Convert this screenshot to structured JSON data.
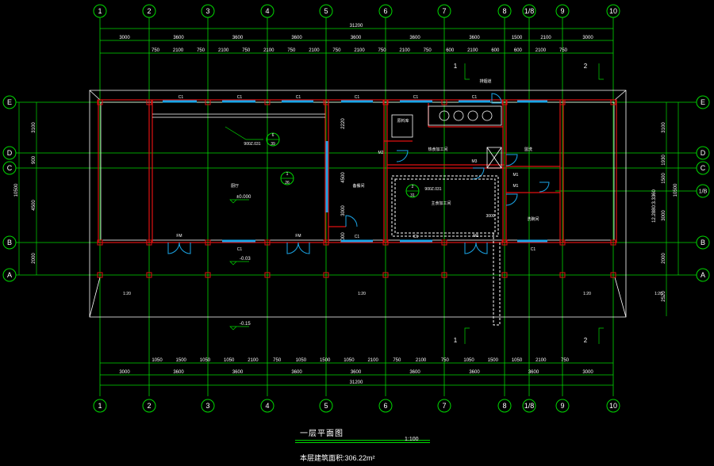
{
  "grid_x": [
    {
      "label": "1"
    },
    {
      "label": "2"
    },
    {
      "label": "3"
    },
    {
      "label": "4"
    },
    {
      "label": "5"
    },
    {
      "label": "6"
    },
    {
      "label": "7"
    },
    {
      "label": "8"
    },
    {
      "label": "1/8"
    },
    {
      "label": "9"
    },
    {
      "label": "10"
    }
  ],
  "grid_y": [
    {
      "label": "E"
    },
    {
      "label": "D"
    },
    {
      "label": "C"
    },
    {
      "label": "B"
    },
    {
      "label": "A"
    }
  ],
  "grid_y_extra_right": {
    "label": "1/B"
  },
  "dims_top_overall": "31200",
  "dims_top_bays": [
    "3000",
    "3600",
    "3600",
    "3600",
    "3600",
    "3600",
    "3600",
    "1500",
    "2100",
    "3000"
  ],
  "dims_top_openings": [
    "750",
    "2100",
    "750",
    "2100",
    "750",
    "2100",
    "750",
    "2100",
    "750",
    "2100",
    "750",
    "2100",
    "750",
    "600",
    "2100",
    "600",
    "600",
    "2100",
    "750"
  ],
  "dims_bottom_overall": "31200",
  "dims_bottom_bays": [
    "3000",
    "3600",
    "3600",
    "3600",
    "3600",
    "3600",
    "3600",
    "3600",
    "3000"
  ],
  "dims_bottom_openings": [
    "1050",
    "1500",
    "1050",
    "1050",
    "2100",
    "750",
    "1050",
    "1500",
    "1050",
    "2100",
    "750",
    "2100",
    "750",
    "1050",
    "1500",
    "1050",
    "2100",
    "750"
  ],
  "dims_left": [
    "3100",
    "900",
    "4500",
    "2000"
  ],
  "dims_left_total": "10500",
  "dims_right": [
    "3100",
    "1930",
    "1500",
    "3000",
    "2000",
    "2520"
  ],
  "dims_right_total": "10500",
  "dims_right_extra": "12.2880:3.3360",
  "dims_inner": [
    "2220",
    "4500",
    "3000",
    "2000"
  ],
  "section_marks": {
    "top_left": "1",
    "top_right": "2",
    "bottom_left": "1",
    "bottom_right": "2"
  },
  "detail_callouts": [
    {
      "top": "6",
      "bottom": "39"
    },
    {
      "top": "1",
      "bottom": "26"
    },
    {
      "top": "2",
      "bottom": "31"
    }
  ],
  "room_labels": {
    "hall": "厨厅",
    "aisle": "备餐间",
    "storage": "原料库",
    "hot_kitchen": "热食加工间",
    "cold_kitchen": "主食加工间",
    "washroom": "盥洗",
    "dish_wash": "洗碗间",
    "hall_note": "900Z.031",
    "cold_note": "900Z.031",
    "hood_note": "排烟道"
  },
  "elevations": {
    "hall": "±0.000",
    "porch": "-0.03",
    "outside": "-0.15",
    "stair_note": "3000"
  },
  "window_tags": [
    "C1",
    "C1",
    "C1",
    "C1",
    "C1",
    "C1",
    "C1",
    "C1",
    "C1",
    "C1"
  ],
  "door_tags": [
    "M1",
    "M1",
    "M1",
    "M2",
    "M3",
    "FM",
    "FM"
  ],
  "slope_notes": [
    "1:20",
    "1:20",
    "1:20",
    "1:20"
  ],
  "title": "一层平面图",
  "scale": "1:100",
  "area_note": "本层建筑面积:306.22m²",
  "colors": {
    "background": "#000000",
    "grid": "#00d800",
    "wall": "#e01010",
    "window": "#1aa6e8",
    "text": "#ffffff"
  }
}
